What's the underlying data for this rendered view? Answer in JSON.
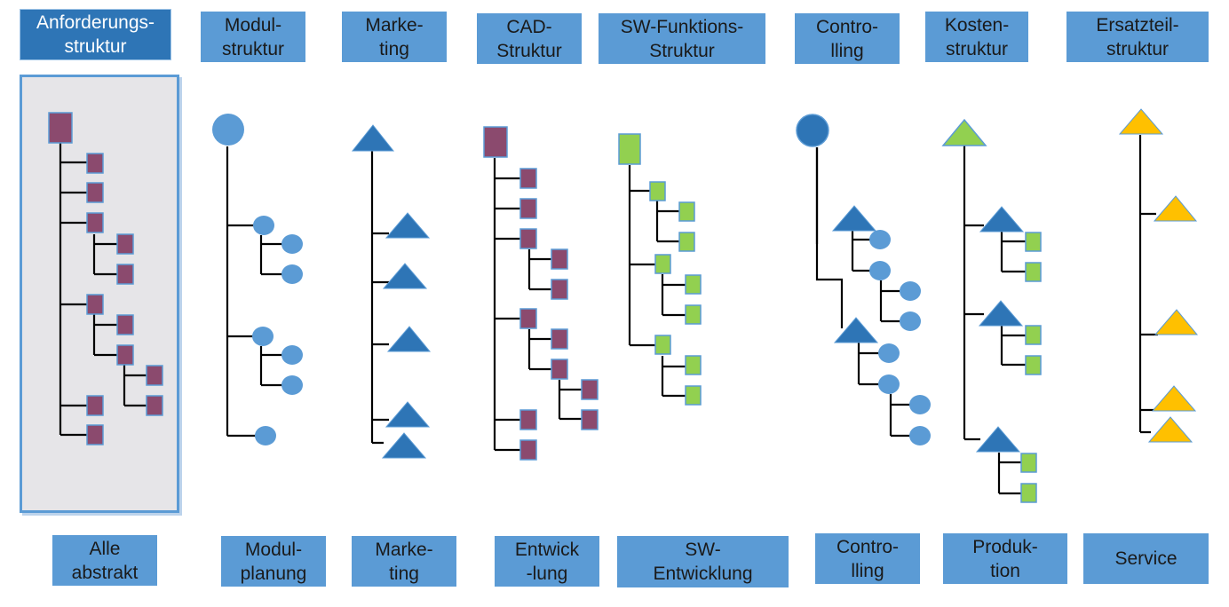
{
  "colors": {
    "label_bg": "#5b9bd5",
    "label_active_bg": "#2e75b6",
    "panel_bg": "#e6e5e8",
    "rect_fill": "#8b4a6e",
    "rect_stroke": "#5b9bd5",
    "blue_shape": "#5b9bd5",
    "dark_blue_shape": "#2e75b6",
    "green_shape": "#92d050",
    "yellow_shape": "#ffc000"
  },
  "top_labels": [
    {
      "id": "anforderungsstruktur",
      "line1": "Anforderungs-",
      "line2": "struktur"
    },
    {
      "id": "modulstruktur",
      "line1": "Modul-",
      "line2": "struktur"
    },
    {
      "id": "marketing",
      "line1": "Marke-",
      "line2": "ting"
    },
    {
      "id": "cad-struktur",
      "line1": "CAD-",
      "line2": "Struktur"
    },
    {
      "id": "sw-funktions-struktur",
      "line1": "SW-Funktions-",
      "line2": "Struktur"
    },
    {
      "id": "controlling",
      "line1": "Contro-",
      "line2": "lling"
    },
    {
      "id": "kostenstruktur",
      "line1": "Kosten-",
      "line2": "struktur"
    },
    {
      "id": "ersatzteilstruktur",
      "line1": "Ersatzteil-",
      "line2": "struktur"
    }
  ],
  "bottom_labels": [
    {
      "id": "alle-abstrakt",
      "line1": "Alle",
      "line2": "abstrakt"
    },
    {
      "id": "modulplanung",
      "line1": "Modul-",
      "line2": "planung"
    },
    {
      "id": "marketing-bottom",
      "line1": "Marke-",
      "line2": "ting"
    },
    {
      "id": "entwicklung",
      "line1": "Entwick",
      "line2": "-lung"
    },
    {
      "id": "sw-entwicklung",
      "line1": "SW-",
      "line2": "Entwicklung"
    },
    {
      "id": "controlling-bottom",
      "line1": "Contro-",
      "line2": "lling"
    },
    {
      "id": "produktion",
      "line1": "Produk-",
      "line2": "tion"
    },
    {
      "id": "service",
      "line1": "Service",
      "line2": ""
    }
  ]
}
